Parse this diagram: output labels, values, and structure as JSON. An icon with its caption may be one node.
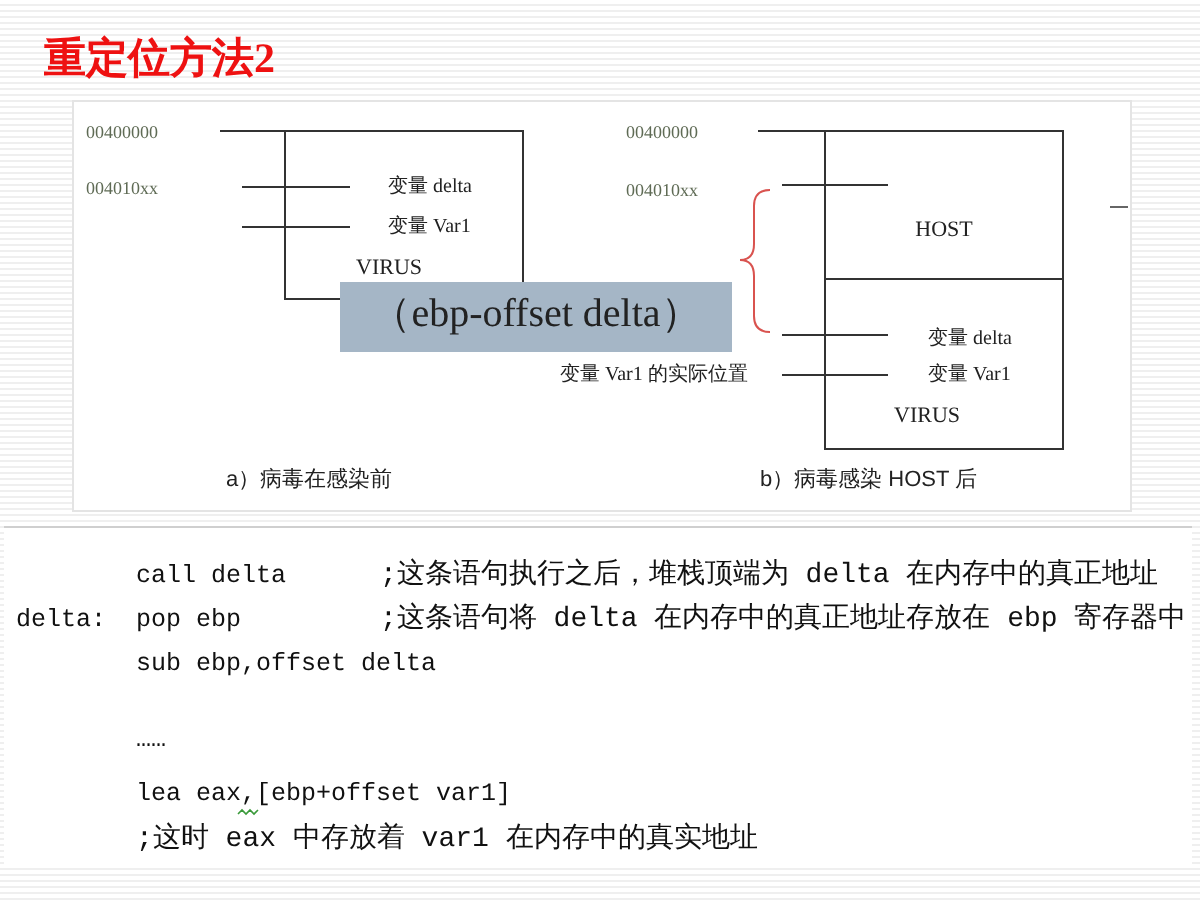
{
  "diagram": {
    "title": "重定位方法2",
    "nodes": [
      {
        "text": [
          "变量 delta",
          "变量 Var1",
          "VIRUS"
        ]
      },
      {
        "text": [
          "HOST"
        ]
      },
      {
        "text": [
          "变量 delta",
          "变量 Var1",
          "VIRUS"
        ]
      },
      {
        "text": [
          "（ebp-offset delta）"
        ]
      }
    ],
    "labels": [
      "00400000",
      "004010xx",
      "a）病毒在感染前",
      "00400000",
      "004010xx",
      "变量 Var1 的实际位置",
      "b）病毒感染 HOST 后",
      "call delta",
      ";这条语句执行之后，堆栈顶端为 delta 在内存中的真正地址",
      "delta:",
      "pop ebp",
      ";这条语句将 delta 在内存中的真正地址存放在 ebp 寄存器中",
      "sub ebp,offset delta",
      "……",
      "lea eax,[ebp+offset var1]",
      ";这时 eax 中存放着 var1 在内存中的真实地址"
    ]
  }
}
